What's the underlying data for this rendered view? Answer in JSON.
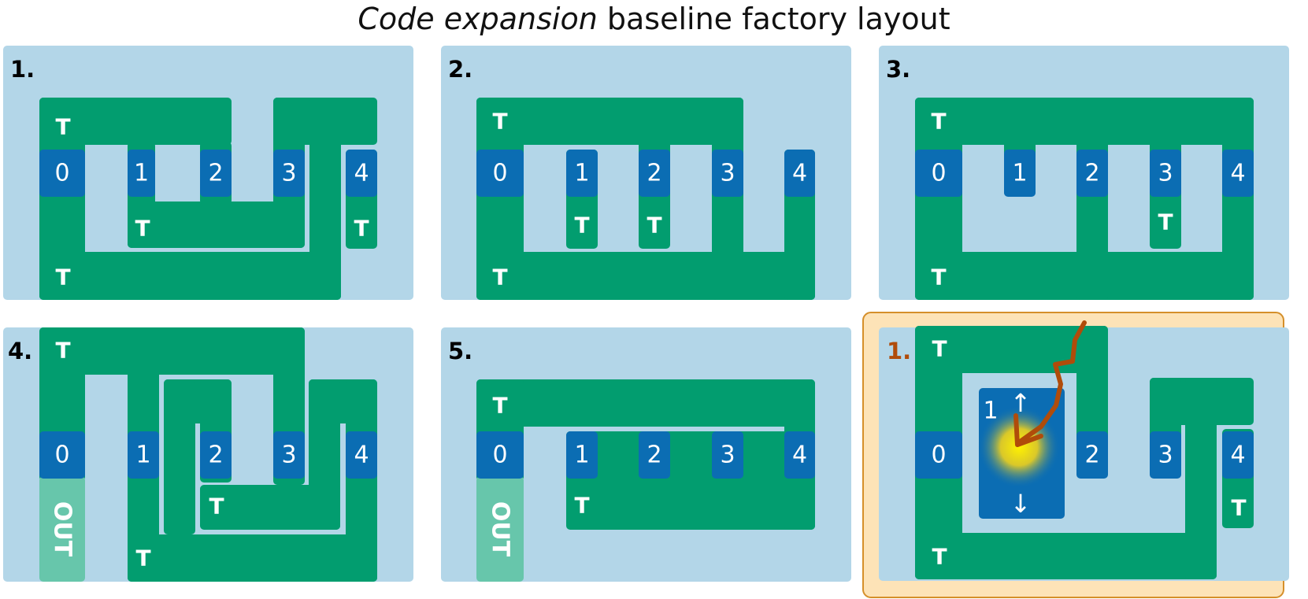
{
  "title": {
    "emphasis": "Code expansion",
    "rest": " baseline factory layout"
  },
  "colors": {
    "panel_bg": "#b3d6e8",
    "green": "#029d6f",
    "pale_green": "#67c6ab",
    "blue": "#0b6db3",
    "highlight_border": "#d58f2a",
    "highlight_fill": "#fde3b7",
    "lightning": "#b04c0a",
    "number_highlight": "#b04c0a"
  },
  "panels": [
    {
      "label": "1.",
      "highlight": false,
      "tiles": [
        "0",
        "1",
        "2",
        "3",
        "4"
      ],
      "t_marks": [
        "T",
        "T",
        "T",
        "T"
      ]
    },
    {
      "label": "2.",
      "highlight": false,
      "tiles": [
        "0",
        "1",
        "2",
        "3",
        "4"
      ],
      "t_marks": [
        "T",
        "T",
        "T",
        "T"
      ]
    },
    {
      "label": "3.",
      "highlight": false,
      "tiles": [
        "0",
        "1",
        "2",
        "3",
        "4"
      ],
      "t_marks": [
        "T",
        "T",
        "T"
      ]
    },
    {
      "label": "4.",
      "highlight": false,
      "tiles": [
        "0",
        "1",
        "2",
        "3",
        "4"
      ],
      "t_marks": [
        "T",
        "T",
        "T"
      ],
      "out_label": "OUT"
    },
    {
      "label": "5.",
      "highlight": false,
      "tiles": [
        "0",
        "1",
        "2",
        "3",
        "4"
      ],
      "t_marks": [
        "T",
        "T"
      ],
      "out_label": "OUT"
    },
    {
      "label": "1.",
      "highlight": true,
      "tiles": [
        "0",
        "1",
        "2",
        "3",
        "4"
      ],
      "t_marks": [
        "T",
        "T",
        "T"
      ],
      "arrow_up": "↑",
      "arrow_down": "↓"
    }
  ]
}
